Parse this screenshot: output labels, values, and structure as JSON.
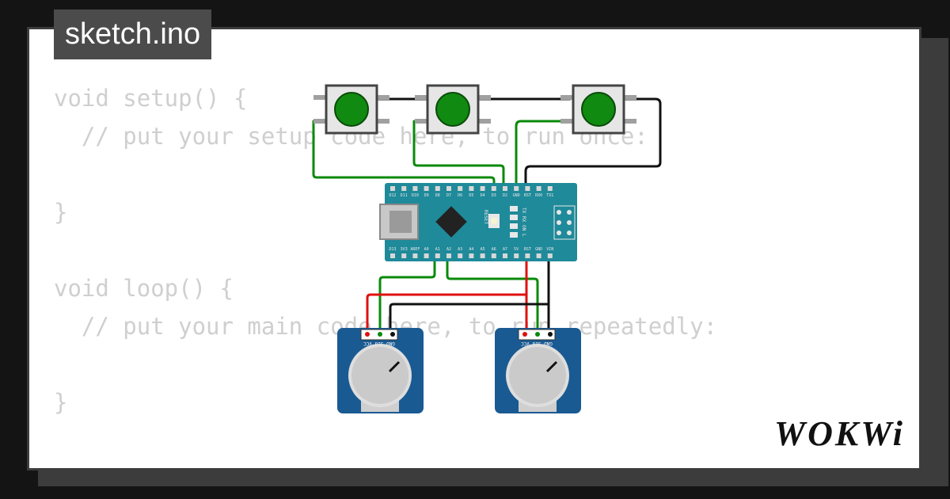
{
  "file_tab": {
    "label": "sketch.ino"
  },
  "code_lines": [
    "void setup() {",
    "  // put your setup code here, to run once:",
    "",
    "}",
    "",
    "void loop() {",
    "  // put your main code here, to run repeatedly:",
    "",
    "}"
  ],
  "logo": {
    "text": "WOKWi"
  },
  "arduino": {
    "top_pins": [
      "D12",
      "D11",
      "D10",
      "D9",
      "D8",
      "D7",
      "D6",
      "D5",
      "D4",
      "D3",
      "D2",
      "GND",
      "RST",
      "RX0",
      "TX1"
    ],
    "bottom_pins": [
      "D13",
      "3V3",
      "AREF",
      "A0",
      "A1",
      "A2",
      "A3",
      "A4",
      "A5",
      "A6",
      "A7",
      "5V",
      "RST",
      "GND",
      "VIN"
    ],
    "reset_label": "RESET",
    "led_labels": [
      "TX",
      "RX",
      "ON",
      "L"
    ]
  },
  "potentiometer": {
    "pin_label": "GND SIG VCC"
  },
  "colors": {
    "board": "#1f8a9a",
    "button": "#108a10",
    "pot_body": "#1a5a92",
    "wire_green": "#0a8a0a",
    "wire_red": "#e01010",
    "wire_black": "#111111",
    "code_text": "#cfcfcf"
  }
}
